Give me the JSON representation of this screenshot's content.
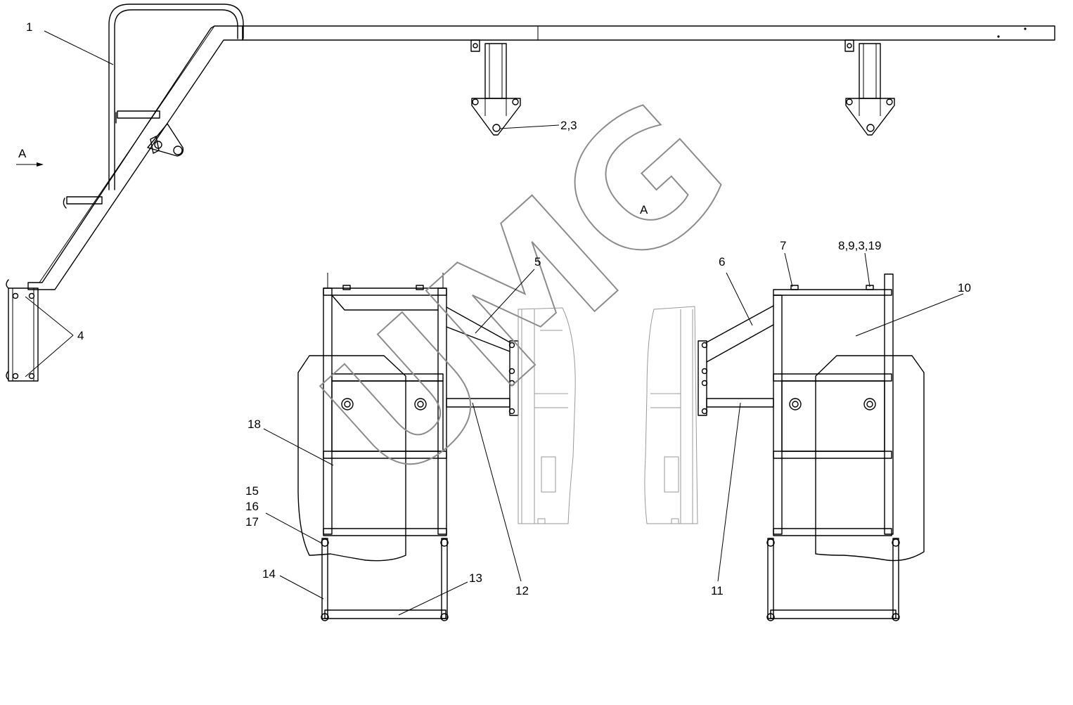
{
  "view_marker": {
    "arrow_label": "A",
    "section_label": "A"
  },
  "watermark": {
    "text": "UMG",
    "color": "#8c8c8c"
  },
  "callouts": [
    {
      "id": "c1",
      "text": "1"
    },
    {
      "id": "c23",
      "text": "2,3"
    },
    {
      "id": "c4",
      "text": "4"
    },
    {
      "id": "c5",
      "text": "5"
    },
    {
      "id": "c6",
      "text": "6"
    },
    {
      "id": "c7",
      "text": "7"
    },
    {
      "id": "c8",
      "text": "8,9,3,19"
    },
    {
      "id": "c10",
      "text": "10"
    },
    {
      "id": "c11",
      "text": "11"
    },
    {
      "id": "c12",
      "text": "12"
    },
    {
      "id": "c13",
      "text": "13"
    },
    {
      "id": "c14",
      "text": "14"
    },
    {
      "id": "c15",
      "text": "15"
    },
    {
      "id": "c16",
      "text": "16"
    },
    {
      "id": "c17",
      "text": "17"
    },
    {
      "id": "c18",
      "text": "18"
    }
  ]
}
